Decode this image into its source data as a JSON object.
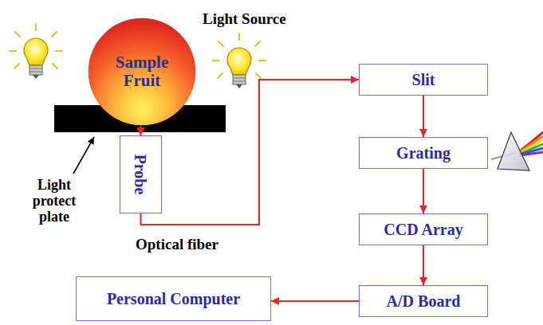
{
  "diagram": {
    "nodes": [
      {
        "text": [
          "Sample Fruit"
        ]
      },
      {
        "text": [
          "Probe"
        ]
      },
      {
        "text": [
          "Slit"
        ]
      },
      {
        "text": [
          "Grating"
        ]
      },
      {
        "text": [
          "CCD Array"
        ]
      },
      {
        "text": [
          "A/D Board"
        ]
      },
      {
        "text": [
          "Personal Computer"
        ]
      }
    ],
    "edges": [
      {
        "from": 0,
        "to": 1,
        "arrow": "to"
      },
      {
        "from": 1,
        "to": 2,
        "arrow": "to"
      },
      {
        "from": 2,
        "to": 3,
        "arrow": "to"
      },
      {
        "from": 3,
        "to": 4,
        "arrow": "to"
      },
      {
        "from": 4,
        "to": 5,
        "arrow": "to"
      },
      {
        "from": 5,
        "to": 6,
        "arrow": "to"
      }
    ],
    "labels": [
      "Light Source",
      "Light protect plate",
      "Optical fiber"
    ]
  }
}
